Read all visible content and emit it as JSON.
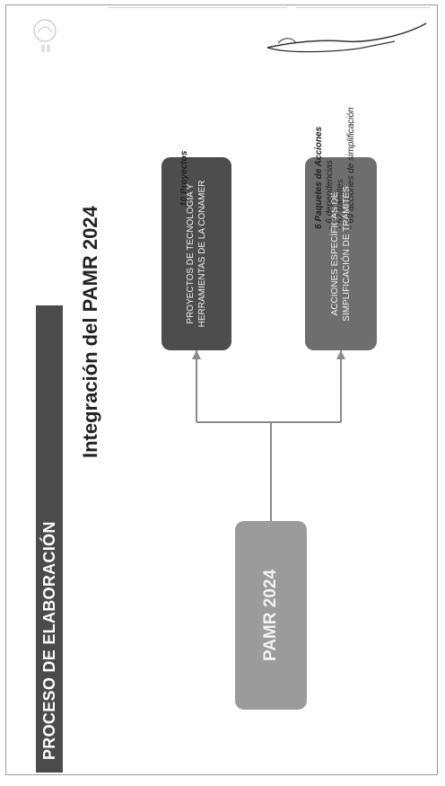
{
  "header": {
    "section_title": "PROCESO DE ELABORACIÓN"
  },
  "slide": {
    "title": "Integración del PAMR 2024",
    "pamr_box": "PAMR 2024",
    "proyectos_box": "Proyectos de tecnología y herramientas de la CONAMER",
    "acciones_box": "Acciones específicas de simplificación de trámites",
    "proyectos_label": "10 Proyectos",
    "paquetes": {
      "title": "6 Paquetes de Acciones",
      "items": [
        "- 6 dependencias",
        "- 57 trámites",
        "- 69 acciones de simplificación"
      ]
    }
  },
  "colors": {
    "header_bg": "#4b4b4b",
    "pamr_box": "#9b9b9b",
    "proyectos_box": "#4d4d4d",
    "acciones_box": "#6e6e6e",
    "connector": "#8a8a8a"
  },
  "icons": {
    "logo": "government-seal-icon",
    "signature": "handwritten-signature"
  }
}
